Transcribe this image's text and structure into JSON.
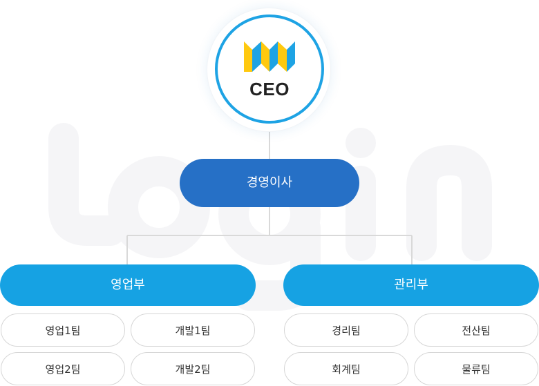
{
  "chart": {
    "ceo": {
      "label": "CEO",
      "logo_icon": "wave-logo-icon"
    },
    "executive": {
      "label": "경영이사"
    },
    "departments": [
      {
        "label": "영업부",
        "teams": [
          "영업1팀",
          "개발1팀",
          "영업2팀",
          "개발2팀"
        ]
      },
      {
        "label": "관리부",
        "teams": [
          "경리팀",
          "전산팀",
          "회계팀",
          "물류팀"
        ]
      }
    ]
  },
  "colors": {
    "ceo_ring": "#1ea3e4",
    "executive_fill": "#2670c6",
    "department_fill": "#16a2e3",
    "logo_yellow": "#ffc90f",
    "logo_blue": "#1ea3e4",
    "connector": "#d9d9d9",
    "watermark": "#f5f5f7"
  }
}
